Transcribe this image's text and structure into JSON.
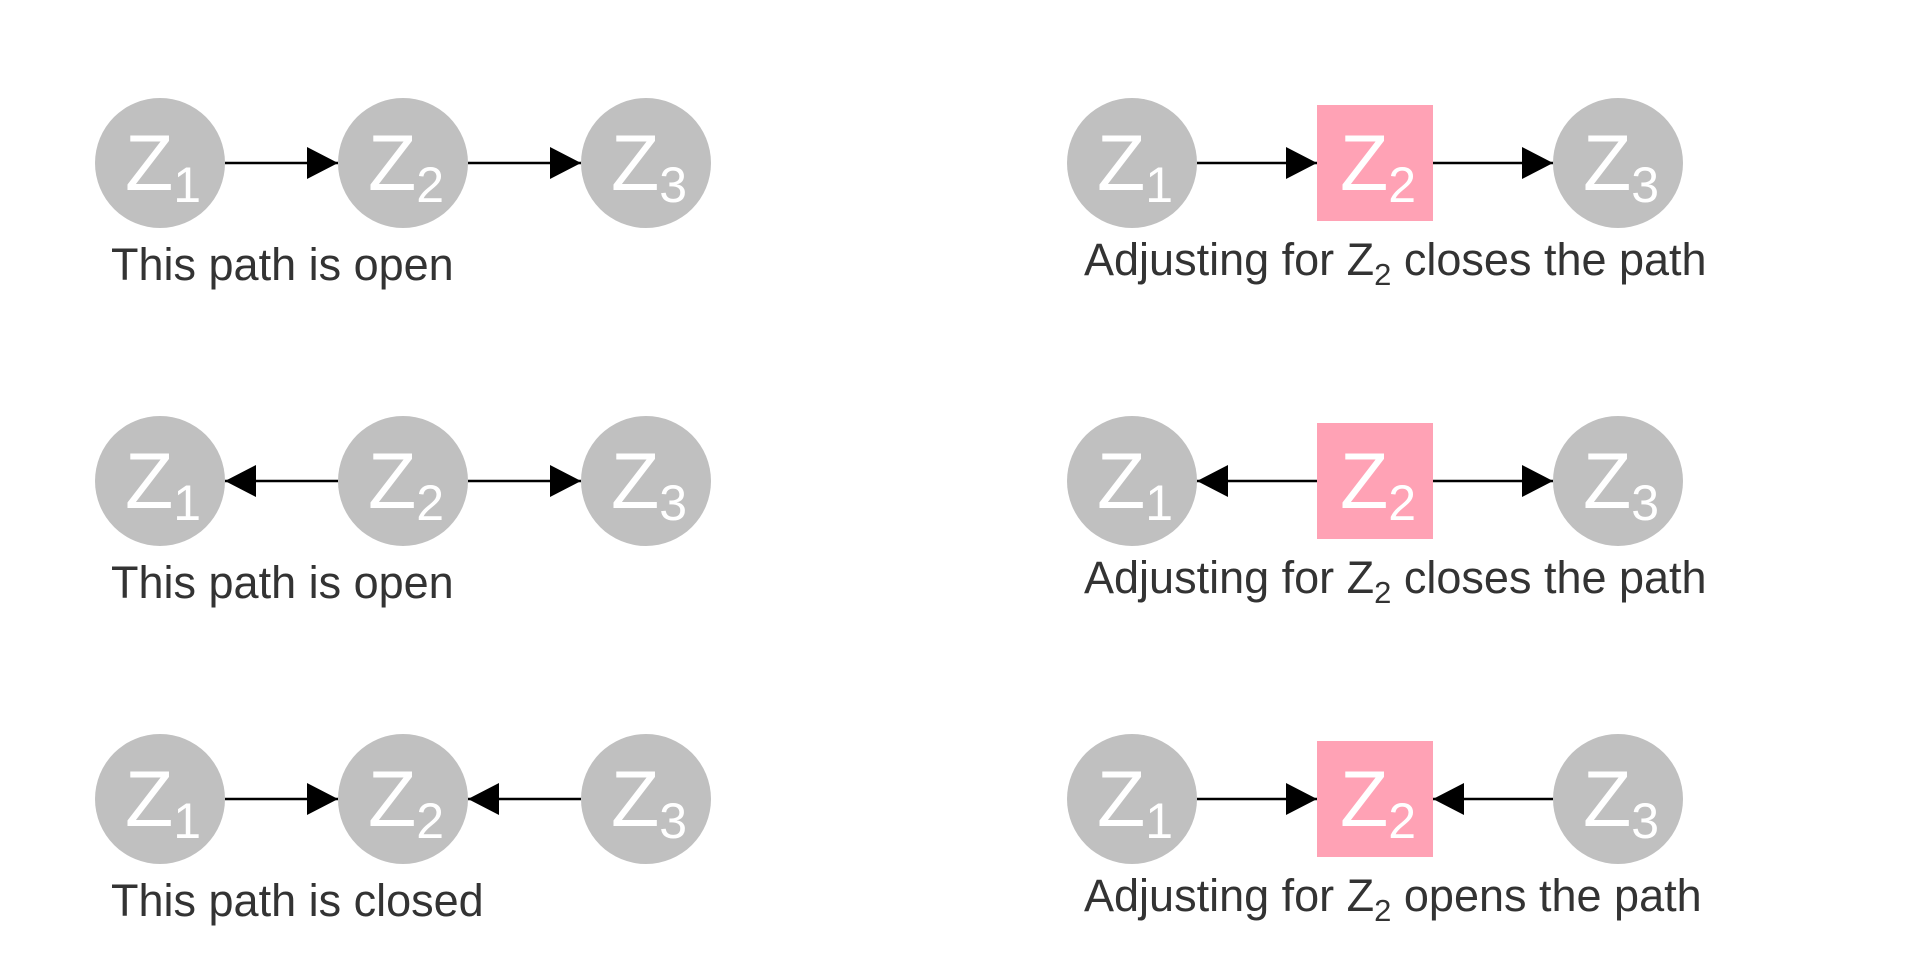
{
  "colors": {
    "node": "#c0c0c0",
    "adjusted_node": "#ffa2b5",
    "node_text": "#ffffff",
    "arrow": "#000000",
    "caption_text": "#333333"
  },
  "node_shapes": {
    "unadjusted": "circle",
    "adjusted": "square"
  },
  "nodes": [
    {
      "letter": "Z",
      "index": "1"
    },
    {
      "letter": "Z",
      "index": "2"
    },
    {
      "letter": "Z",
      "index": "3"
    }
  ],
  "panels": [
    {
      "adjusted_node": null,
      "edges": [
        {
          "from": "Z1",
          "to": "Z2"
        },
        {
          "from": "Z2",
          "to": "Z3"
        }
      ],
      "caption": {
        "text": "This path is open"
      }
    },
    {
      "adjusted_node": "Z2",
      "edges": [
        {
          "from": "Z1",
          "to": "Z2"
        },
        {
          "from": "Z2",
          "to": "Z3"
        }
      ],
      "caption": {
        "before": "Adjusting for ",
        "letter": "Z",
        "index": "2",
        "after": " closes the path"
      }
    },
    {
      "adjusted_node": null,
      "edges": [
        {
          "from": "Z2",
          "to": "Z1"
        },
        {
          "from": "Z2",
          "to": "Z3"
        }
      ],
      "caption": {
        "text": "This path is open"
      }
    },
    {
      "adjusted_node": "Z2",
      "edges": [
        {
          "from": "Z2",
          "to": "Z1"
        },
        {
          "from": "Z2",
          "to": "Z3"
        }
      ],
      "caption": {
        "before": "Adjusting for ",
        "letter": "Z",
        "index": "2",
        "after": " closes the path"
      }
    },
    {
      "adjusted_node": null,
      "edges": [
        {
          "from": "Z1",
          "to": "Z2"
        },
        {
          "from": "Z3",
          "to": "Z2"
        }
      ],
      "caption": {
        "text": "This path is closed"
      }
    },
    {
      "adjusted_node": "Z2",
      "edges": [
        {
          "from": "Z1",
          "to": "Z2"
        },
        {
          "from": "Z3",
          "to": "Z2"
        }
      ],
      "caption": {
        "before": "Adjusting for ",
        "letter": "Z",
        "index": "2",
        "after": " opens the path"
      }
    }
  ]
}
